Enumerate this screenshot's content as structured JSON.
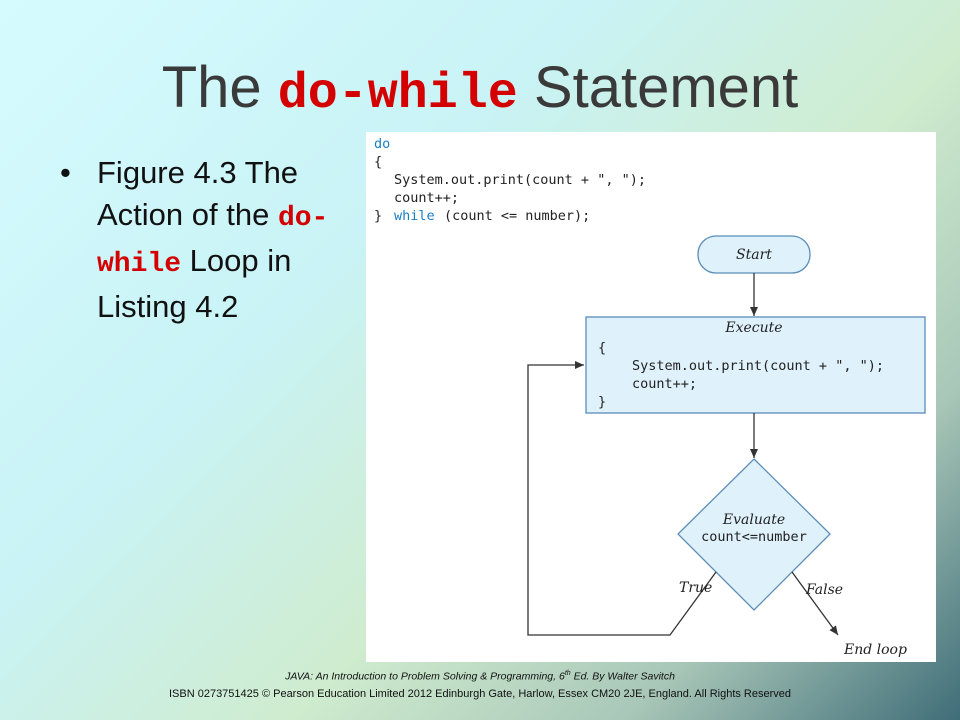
{
  "slide": {
    "title_before": "The ",
    "title_code": "do-while",
    "title_after": " Statement",
    "bullet_marker": "•",
    "bullet_text_1": "Figure 4.3 The Action of the ",
    "bullet_code": "do-while",
    "bullet_text_2": " Loop in Listing 4.2"
  },
  "code_listing": {
    "line1": "do",
    "line2": "{",
    "line3": "System.out.print(count + \", \");",
    "line4": "count++;",
    "line5_brace": "}",
    "line5_kw": "while",
    "line5_rest": "(count <= number);"
  },
  "flowchart": {
    "start": "Start",
    "execute_title": "Execute",
    "execute_open": "{",
    "execute_line1": "System.out.print(count + \", \");",
    "execute_line2": "count++;",
    "execute_close": "}",
    "evaluate_title": "Evaluate",
    "evaluate_expr": "count<=number",
    "true_label": "True",
    "false_label": "False",
    "end": "End loop"
  },
  "footer": {
    "line1_a": "JAVA: An Introduction to Problem Solving & Programming, 6",
    "line1_sup": "th",
    "line1_b": " Ed. By Walter Savitch",
    "line2": "ISBN 0273751425 © Pearson Education Limited 2012 Edinburgh Gate, Harlow, Essex CM20 2JE, England. All Rights Reserved"
  },
  "colors": {
    "code_red": "#d40000",
    "keyword_blue": "#1a7fc0",
    "box_fill": "#dff1fb",
    "box_stroke": "#5b8db8"
  }
}
